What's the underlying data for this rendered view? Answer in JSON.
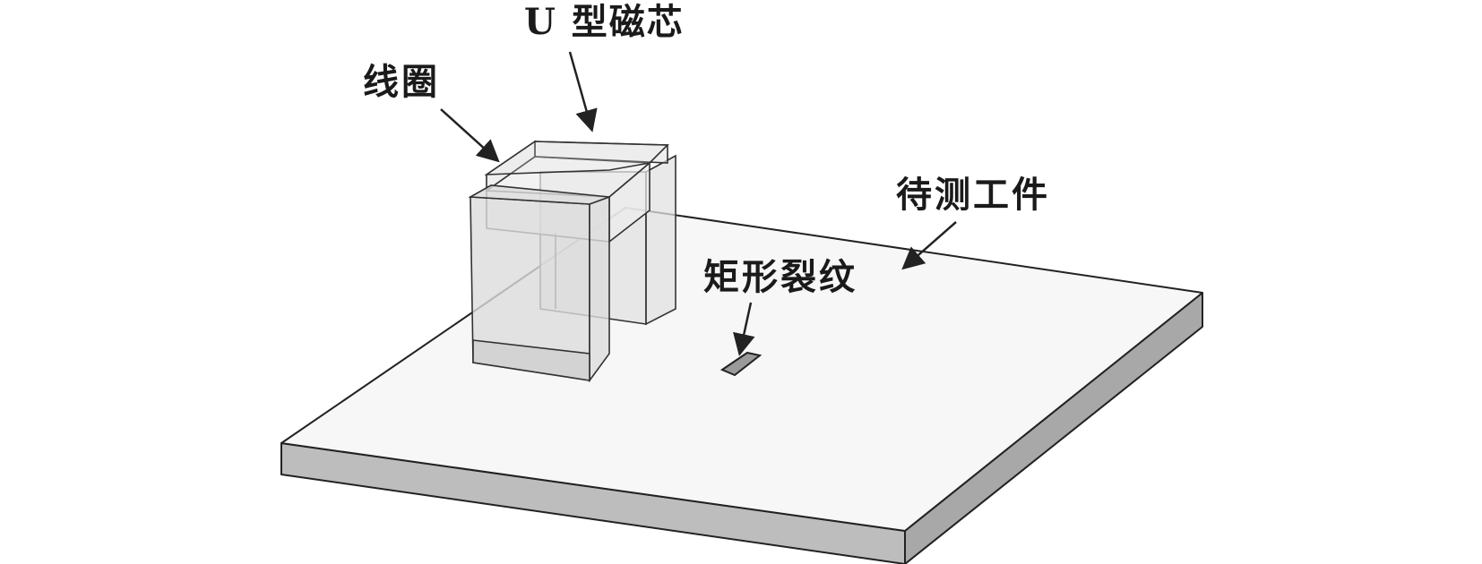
{
  "labels": {
    "u_core": "U 型磁芯",
    "coil": "线圈",
    "workpiece": "待测工件",
    "crack": "矩形裂纹"
  },
  "colors": {
    "outline": "#222222",
    "plate_top": "#f7f7f7",
    "plate_side": "#bdbdbd",
    "core_fill": "#e8e8e8",
    "crack_fill": "#9a9a9a"
  }
}
